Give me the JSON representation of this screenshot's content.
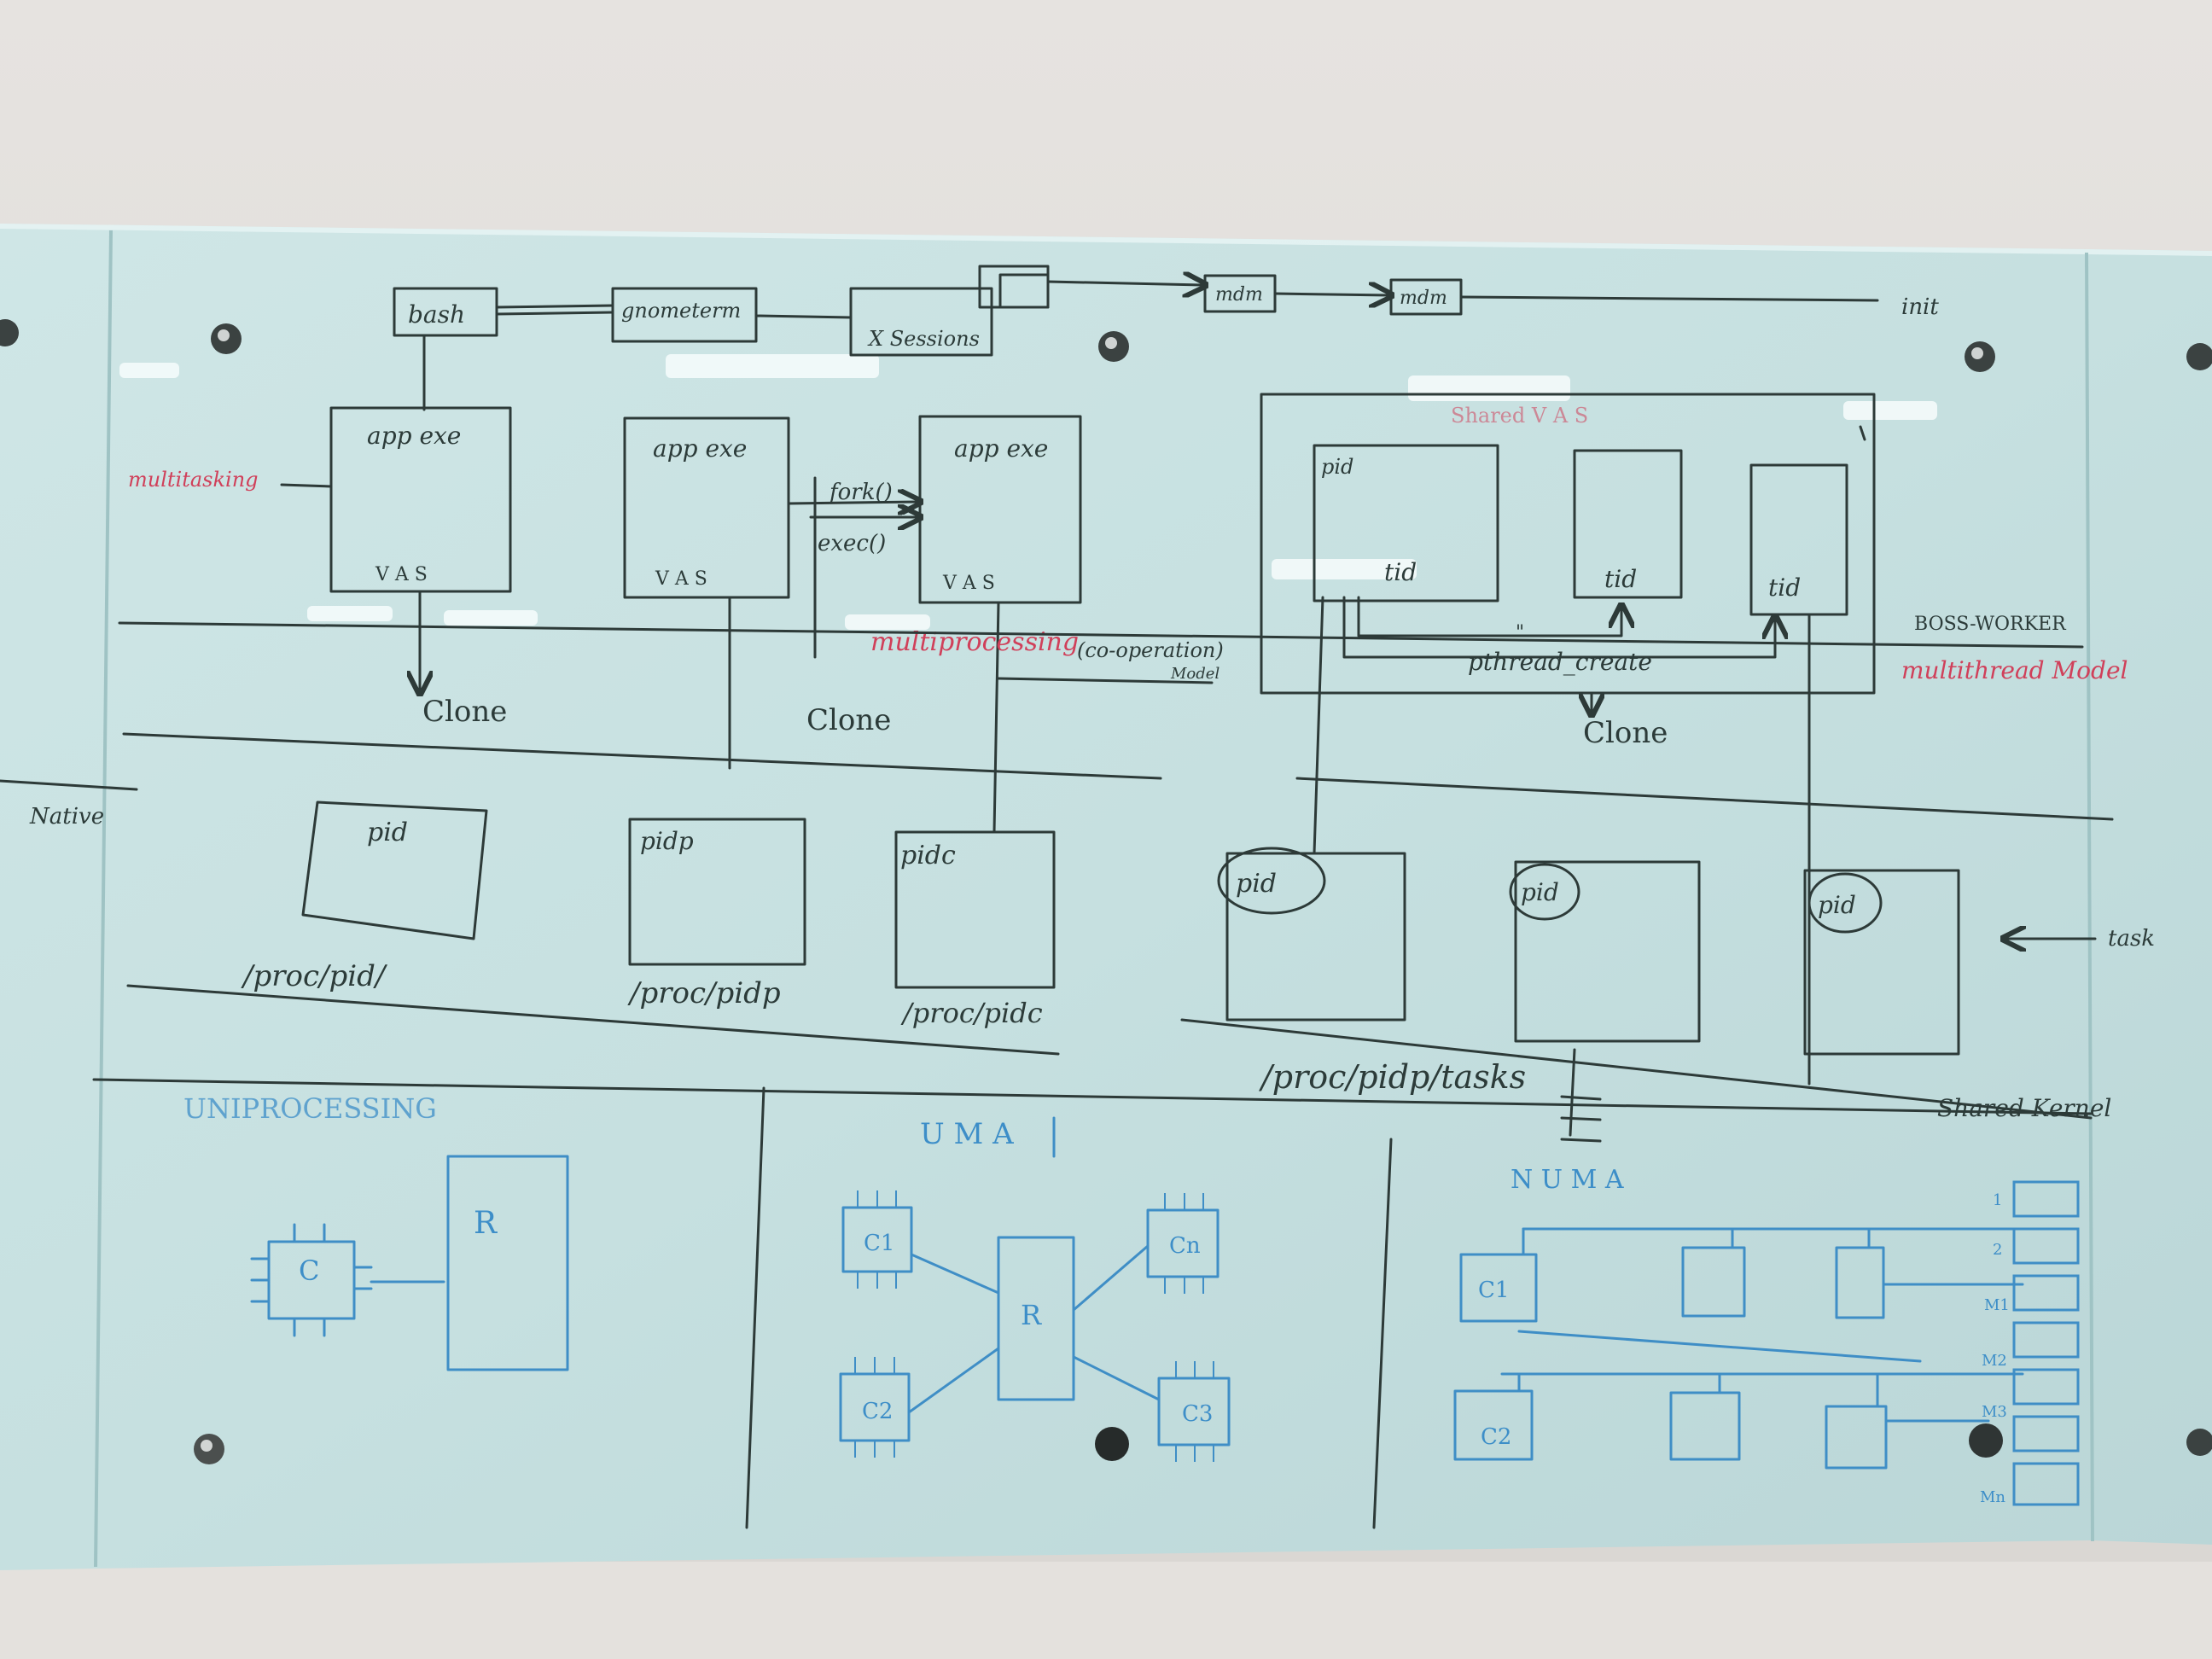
{
  "top_row": {
    "bash": "bash",
    "gnometerm": "gnometerm",
    "xsessions": "X Sessions",
    "mdm": "mdm",
    "mdm2": "mdm",
    "init": "init"
  },
  "vas_boxes": [
    {
      "title": "app exe",
      "footer": "V A S"
    },
    {
      "title": "app exe",
      "footer": "V A S"
    },
    {
      "title": "app exe",
      "footer": "V A S"
    }
  ],
  "fork_label": "fork()",
  "exec_label": "exec()",
  "multitasking": "multitasking",
  "multiprocessing": "multiprocessing",
  "co_operation": "(co-operation)",
  "model": "Model",
  "shared_vas": {
    "title": "Shared V A S",
    "pid": "pid",
    "tids": [
      "tid",
      "tid",
      "tid"
    ],
    "pthread_create": "pthread_create",
    "quote_mark": "\""
  },
  "boss_worker": "BOSS-WORKER",
  "multithread_model": "multithread Model",
  "clone_labels": [
    "Clone",
    "Clone",
    "Clone"
  ],
  "native": "Native",
  "pid_boxes": [
    {
      "label": "pid",
      "path": "/proc/pid/"
    },
    {
      "label": "pidp",
      "path": "/proc/pidp"
    },
    {
      "label": "pidc",
      "path": "/proc/pidc"
    }
  ],
  "thread_pids": [
    "pid",
    "pid",
    "pid"
  ],
  "threads_path": "/proc/pidp/tasks",
  "task_label": "task",
  "shared_kernel": "Shared Kernel",
  "uniprocessing": {
    "title": "UNIPROCESSING",
    "cpu": "C",
    "ram": "R"
  },
  "uma": {
    "title": "U M A",
    "cpus": [
      "C1",
      "Cn",
      "C2",
      "C3"
    ],
    "ram": "R"
  },
  "numa": {
    "title": "N U M A",
    "cpus": [
      "C1",
      "C2"
    ],
    "mem_labels": [
      "1",
      "2",
      "M1",
      "M2",
      "M3",
      "Mn"
    ]
  }
}
